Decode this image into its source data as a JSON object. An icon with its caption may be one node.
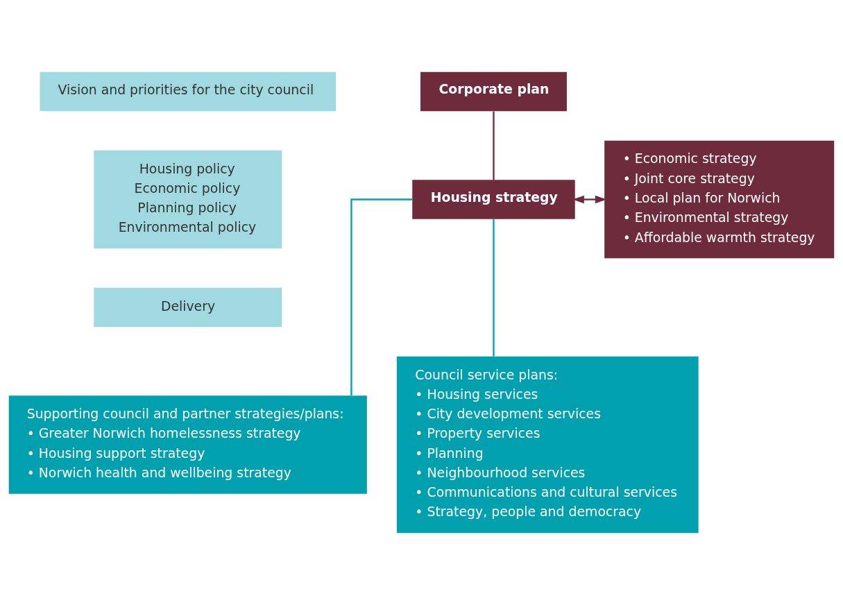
{
  "diagram": {
    "nodes": [
      {
        "text": [
          "Vision and priorities for the city council"
        ]
      },
      {
        "text": [
          "Housing policy",
          "Economic policy",
          "Planning policy",
          "Environmental policy"
        ]
      },
      {
        "text": [
          "Delivery"
        ]
      },
      {
        "text": [
          "Corporate plan"
        ]
      },
      {
        "text": [
          "Housing strategy"
        ]
      },
      {
        "text": [
          "• Economic strategy",
          "• Joint core strategy",
          "• Local plan for Norwich",
          "• Environmental strategy",
          "• Affordable warmth strategy"
        ]
      },
      {
        "text": [
          "Supporting council and partner strategies/plans:",
          "• Greater Norwich homelessness strategy",
          "• Housing support strategy",
          "• Norwich health and wellbeing strategy"
        ]
      },
      {
        "text": [
          "Council service plans:",
          "• Housing services",
          "• City development services",
          "• Property services",
          "• Planning",
          "• Neighbourhood services",
          "• Communications and cultural services",
          "• Strategy, people and democracy"
        ]
      }
    ],
    "edges": [
      {
        "from": 3,
        "to": 4,
        "arrow": "none"
      },
      {
        "from": 4,
        "to": 5,
        "arrow": "both"
      },
      {
        "from": 4,
        "to": 6,
        "arrow": "none",
        "color": "#00a0ae"
      },
      {
        "from": 4,
        "to": 7,
        "arrow": "none",
        "color": "#00a0ae"
      }
    ]
  }
}
